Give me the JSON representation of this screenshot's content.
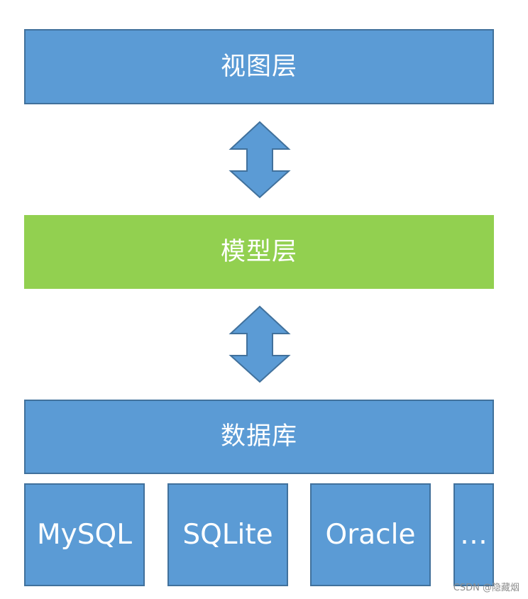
{
  "layers": {
    "view": "视图层",
    "model": "模型层",
    "database": "数据库"
  },
  "databases": [
    "MySQL",
    "SQLite",
    "Oracle",
    "…"
  ],
  "watermark": "CSDN @隐藏烟",
  "colors": {
    "blue_fill": "#5b9bd5",
    "blue_border": "#41719c",
    "green_fill": "#92d050",
    "text": "#ffffff"
  },
  "icons": [
    "double-arrow-icon",
    "double-arrow-icon"
  ]
}
